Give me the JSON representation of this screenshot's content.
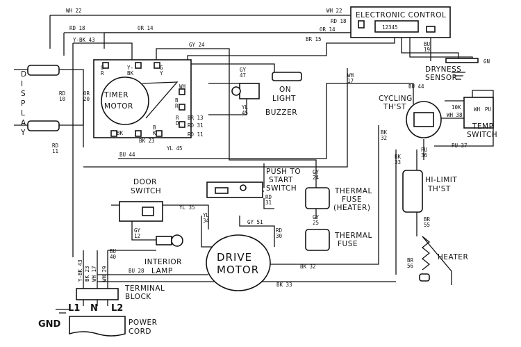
{
  "components": {
    "electronic_control": "ELECTRONIC CONTROL",
    "control_pins": "12345",
    "dryness_sensor": [
      "DRYNESS",
      "SENSOR"
    ],
    "display": [
      "D",
      "I",
      "S",
      "P",
      "L",
      "A",
      "Y"
    ],
    "timer_motor": [
      "TIMER",
      "MOTOR"
    ],
    "on_light": [
      "ON",
      "LIGHT"
    ],
    "buzzer": "BUZZER",
    "cycling_thst": [
      "CYCLING",
      "TH'ST"
    ],
    "temp_switch": [
      "TEMP",
      "SWITCH"
    ],
    "door_switch": [
      "DOOR",
      "SWITCH"
    ],
    "push_to_start": [
      "PUSH TO",
      "START",
      "SWITCH"
    ],
    "thermal_fuse_heater": [
      "THERMAL",
      "FUSE",
      "(HEATER)"
    ],
    "thermal_fuse": [
      "THERMAL",
      "FUSE"
    ],
    "hi_limit": [
      "HI-LIMIT",
      "TH'ST"
    ],
    "interior_lamp": [
      "INTERIOR",
      "LAMP"
    ],
    "drive_motor": [
      "DRIVE",
      "MOTOR"
    ],
    "heater": "HEATER",
    "terminal_block": [
      "TERMINAL",
      "BLOCK"
    ],
    "power_cord": [
      "POWER",
      "CORD"
    ],
    "gnd": "GND",
    "terminals": [
      "L1",
      "N",
      "L2"
    ],
    "timer_contacts": [
      "O",
      "R",
      "Y-",
      "BK",
      "G",
      "Y",
      "WH",
      "B",
      "R",
      "BK",
      "B",
      "K",
      "R",
      "D"
    ],
    "temp_small": [
      "10K",
      "WH",
      "PU"
    ]
  },
  "wire_labels": {
    "wh22_top": "WH 22",
    "wh22_ctrl": "WH 22",
    "rd18_top": "RD 18",
    "rd18_ctrl": "RD 18",
    "or14_top": "OR 14",
    "or14_ctrl": "OR 14",
    "ybk43_top": "Y-BK 43",
    "gy24_top": "GY 24",
    "br15": "BR 15",
    "bu19": [
      "BU",
      "19"
    ],
    "gn": "GN",
    "rd10": [
      "RD",
      "10"
    ],
    "or20": [
      "OR",
      "20"
    ],
    "rd11_left": [
      "RD",
      "11"
    ],
    "gy47": [
      "GY",
      "47"
    ],
    "yl45_buzz": [
      "YL",
      "45"
    ],
    "br13": "BR 13",
    "rd31_timer": "RD 31",
    "rd11_timer": "RD 11",
    "bk23_timer": "BK 23",
    "yl45_timer": "YL 45",
    "bu44_timer": "BU 44",
    "wh17_right": [
      "WH",
      "17"
    ],
    "bu44_top": "BU 44",
    "wh38": "WH 38",
    "bk32_right": [
      "BK",
      "32"
    ],
    "pu37": "PU 37",
    "pu36": [
      "PU",
      "36"
    ],
    "bk33_right": [
      "BK",
      "33"
    ],
    "br55": [
      "BR",
      "55"
    ],
    "br56": [
      "BR",
      "56"
    ],
    "gy24_fuse": [
      "GY",
      "24"
    ],
    "gy25": [
      "GY",
      "25"
    ],
    "rd31_push": [
      "RD",
      "31"
    ],
    "gy51": "GY 51",
    "rd30": [
      "RD",
      "30"
    ],
    "yl35": "YL 35",
    "yl34": [
      "YL",
      "34"
    ],
    "gy12": [
      "GY",
      "12"
    ],
    "bu40": [
      "BU",
      "40"
    ],
    "bu28": "BU 28",
    "bk32_bottom": "BK 32",
    "bk33_bottom": "BK 33",
    "ybk43_left": "Y-BK 43",
    "bk23_left": "BK 23",
    "wh17_left": "WH 17",
    "wh29": "WH 29"
  }
}
